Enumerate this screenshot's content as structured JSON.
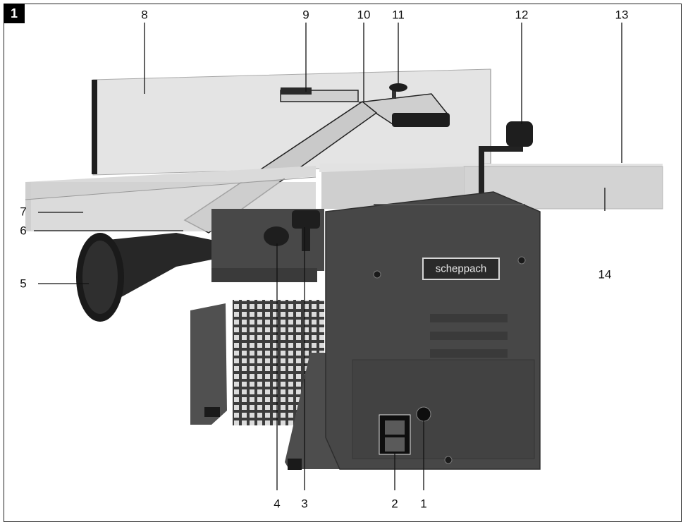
{
  "figure": {
    "number": "1"
  },
  "brand_label": "scheppach",
  "callouts": [
    {
      "id": "1",
      "label": "1"
    },
    {
      "id": "2",
      "label": "2"
    },
    {
      "id": "3",
      "label": "3"
    },
    {
      "id": "4",
      "label": "4"
    },
    {
      "id": "5",
      "label": "5"
    },
    {
      "id": "6",
      "label": "6"
    },
    {
      "id": "7",
      "label": "7"
    },
    {
      "id": "8",
      "label": "8"
    },
    {
      "id": "9",
      "label": "9"
    },
    {
      "id": "10",
      "label": "10"
    },
    {
      "id": "11",
      "label": "11"
    },
    {
      "id": "12",
      "label": "12"
    },
    {
      "id": "13",
      "label": "13"
    },
    {
      "id": "14",
      "label": "14"
    }
  ],
  "colors": {
    "body": "#4a4a4a",
    "table": "#d4d4d4",
    "fence": "#e6e6e6",
    "black": "#151515",
    "line": "#111111"
  }
}
